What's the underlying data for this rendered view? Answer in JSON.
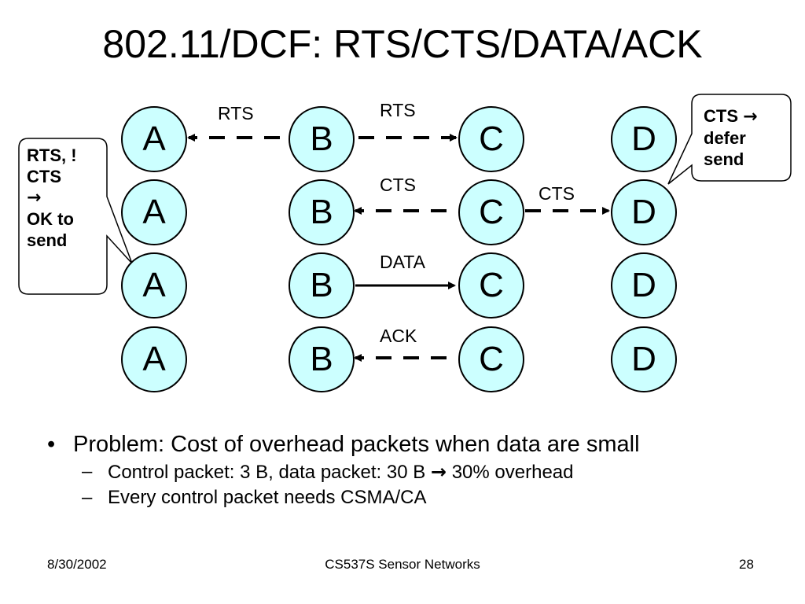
{
  "title": "802.11/DCF: RTS/CTS/DATA/ACK",
  "nodes": [
    "A",
    "B",
    "C",
    "D"
  ],
  "messages": {
    "rts_left": "RTS",
    "rts_right": "RTS",
    "cts_left": "CTS",
    "cts_right": "CTS",
    "data": "DATA",
    "ack": "ACK"
  },
  "callout_left": {
    "line1": "RTS, !",
    "line2": "CTS",
    "arrow": "→",
    "line4": "OK to",
    "line5": "send"
  },
  "callout_right": {
    "line1": "CTS",
    "arrow": "→",
    "line2": "defer",
    "line3": "send"
  },
  "bullets": {
    "main": "Problem: Cost of overhead packets when data are small",
    "sub1_pre": "Control packet: 3 B, data packet: 30 B",
    "sub1_arrow": "→",
    "sub1_post": "30% overhead",
    "sub2": "Every control packet needs CSMA/CA"
  },
  "footer": {
    "date": "8/30/2002",
    "course": "CS537S Sensor Networks",
    "page": "28"
  },
  "colors": {
    "node_fill": "#ccffff",
    "stroke": "#000000"
  }
}
